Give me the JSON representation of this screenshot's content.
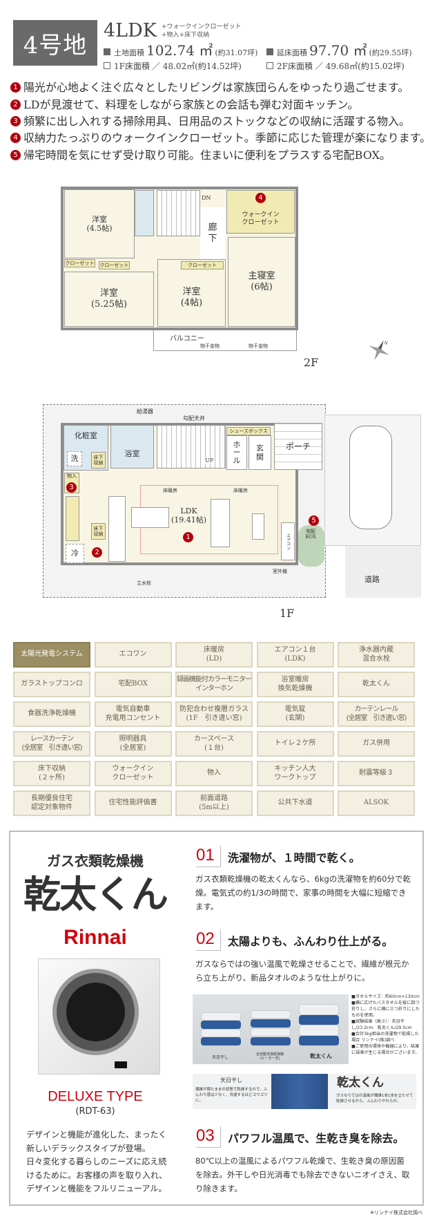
{
  "lot": {
    "title": "4号地",
    "layout": "4LDK",
    "extras": [
      "+ウォークインクローゼット",
      "+物入+床下収納"
    ],
    "land_area": {
      "label": "土地面積",
      "value": "102.74 ㎡",
      "tsubo": "(約31.07坪)"
    },
    "floor_area": {
      "label": "延床面積",
      "value": "97.70 ㎡",
      "tsubo": "(約29.55坪)"
    },
    "f1": {
      "label": "1F床面積",
      "value": "／ 48.02㎡(約14.52坪)"
    },
    "f2": {
      "label": "2F床面積",
      "value": "／ 49.68㎡(約15.02坪)"
    }
  },
  "highlights": [
    {
      "num": "1",
      "text": "陽光が心地よく注ぐ広々としたリビングは家族団らんをゆったり過ごせます。"
    },
    {
      "num": "2",
      "text": "LDが見渡せて、料理をしながら家族との会話も弾む対面キッチン。"
    },
    {
      "num": "3",
      "text": "頻繁に出し入れする掃除用具、日用品のストックなどの収納に活躍する物入。"
    },
    {
      "num": "4",
      "text": "収納力たっぷりのウォークインクローゼット。季節に応じた管理が楽になります。"
    },
    {
      "num": "5",
      "text": "帰宅時間を気にせず受け取り可能。住まいに便利をプラスする宅配BOX。"
    }
  ],
  "plan2f": {
    "floor": "2F",
    "room1": "洋室\n(4.5帖)",
    "room2": "洋室\n(5.25帖)",
    "room3": "洋室\n(4帖)",
    "master": "主寝室\n(6帖)",
    "wic": "ウォークイン\nクローゼット",
    "wic_badge": "4",
    "hall": "廊\n下",
    "closet": "クローゼット",
    "dn": "DN",
    "balcony": "バルコニー",
    "hanger": "物干金物"
  },
  "plan1f": {
    "floor": "1F",
    "powder": "化粧室",
    "wash": "洗",
    "bath": "浴室",
    "water_heater": "給湯器",
    "slope": "勾配天井",
    "shoebox": "シューズボックス",
    "hall": "ホ\nー\nル",
    "entrance": "玄\n関",
    "porch": "ポーチ",
    "up": "UP",
    "underfloor": "床下\n収納",
    "storage": "物入",
    "fridge": "冷",
    "ldk": "LDK\n(19.41帖)",
    "floor_heat": "床暖房",
    "aircon": "エアコン",
    "delivery": "宅配\nBOX",
    "faucet": "立水栓",
    "outdoor_unit": "室外機",
    "road": "道路",
    "badges": [
      "1",
      "2",
      "3",
      "5"
    ]
  },
  "features": [
    "太陽光発電システム",
    "エコワン",
    "床暖房\n(LD)",
    "エアコン１台\n(LDK)",
    "浄水器内蔵\n混合水栓",
    "ガラストップコンロ",
    "宅配BOX",
    "録画機能付カラーモニター\nインターホン",
    "浴室暖房\n換気乾燥機",
    "乾太くん",
    "食器洗浄乾燥機",
    "電気自動車\n充電用コンセント",
    "防犯合わせ複層ガラス\n(1F　引き違い窓)",
    "電気錠\n(玄関)",
    "カーテンレール\n(全居室　引き違い窓)",
    "レースカーテン\n(全居室　引き違い窓)",
    "照明器具\n(全居室)",
    "カースペース\n(１台)",
    "トイレ２ケ所",
    "ガス併用",
    "床下収納\n(２ヶ所)",
    "ウォークイン\nクローゼット",
    "物入",
    "キッチン人大\nワークトップ",
    "耐震等級３",
    "長期優良住宅\n認定対象物件",
    "住宅性能評価書",
    "前面道路\n(5m以上)",
    "公共下水道",
    "ALSOK"
  ],
  "rinnai": {
    "subtitle": "ガス衣類乾燥機",
    "product": "乾太くん",
    "brand": "Rinnai",
    "type": "DELUXE TYPE",
    "model": "(RDT-63)",
    "description": [
      "デザインと機能が進化した、まったく",
      "新しいデラックスタイプが登場。",
      "日々変化する暮らしのニーズに応え続",
      "けるために。お客様の声を取り入れ、",
      "デザインと機能をフルリニューアル。"
    ],
    "points": [
      {
        "num": "01",
        "title": "洗濯物が、１時間で乾く。",
        "body": "ガス衣類乾燥機の乾太くんなら、6kgの洗濯物を約60分で乾燥。電気式の約1/3の時間で、家事の時間を大幅に短縮できます。"
      },
      {
        "num": "02",
        "title": "太陽よりも、ふんわり仕上がる。",
        "body": "ガスならではの強い温風で乾燥させることで、繊維が根元から立ち上がり、新品タオルのような仕上がりに。"
      },
      {
        "num": "03",
        "title": "パワフル温風で、生乾き臭を除去。",
        "body": "80℃以上の温風によるパワフル乾燥で、生乾き臭の原因菌を除去。外干しや日光消毒でも除去できないニオイさえ、取り除きます。"
      }
    ],
    "towel_labels": [
      "天日干し",
      "全自動洗濯乾燥機\n(ヒーター式)",
      "乾太くん"
    ],
    "towel_notes": "■タオルサイズ：約60cm×130cm\n■横に広げたバスタオルを縦に四つ折りし、さらに横に三つ折りにしたものを使用。\n■試験結果（高さ）：天日干し/23.2cm　乾太くん/29.5cm\n■合計3kg相当の洗濯物で乾燥した場合 リンナイ(株)調べ\n■ご使用の環境や機器により、結果に誤差が生じる場合がございます。",
    "compare": {
      "left_title": "天日干し",
      "left_text": "繊維が寝たままの状態で乾燥するので、ふんわり感は少なく、洗濯するほどゴワゴワに。",
      "right_title": "乾太くん",
      "right_text": "ガスならではの温風が繊維1本1本を立たせて乾燥させるから、ふんわりやわらか。"
    },
    "footnote": "※リンナイ株式会社調べ"
  },
  "colors": {
    "accent_red": "#b3000c",
    "brand_red": "#d1000d",
    "feature_active": "#9b8e63",
    "feature_bg": "#f3f0e2"
  }
}
